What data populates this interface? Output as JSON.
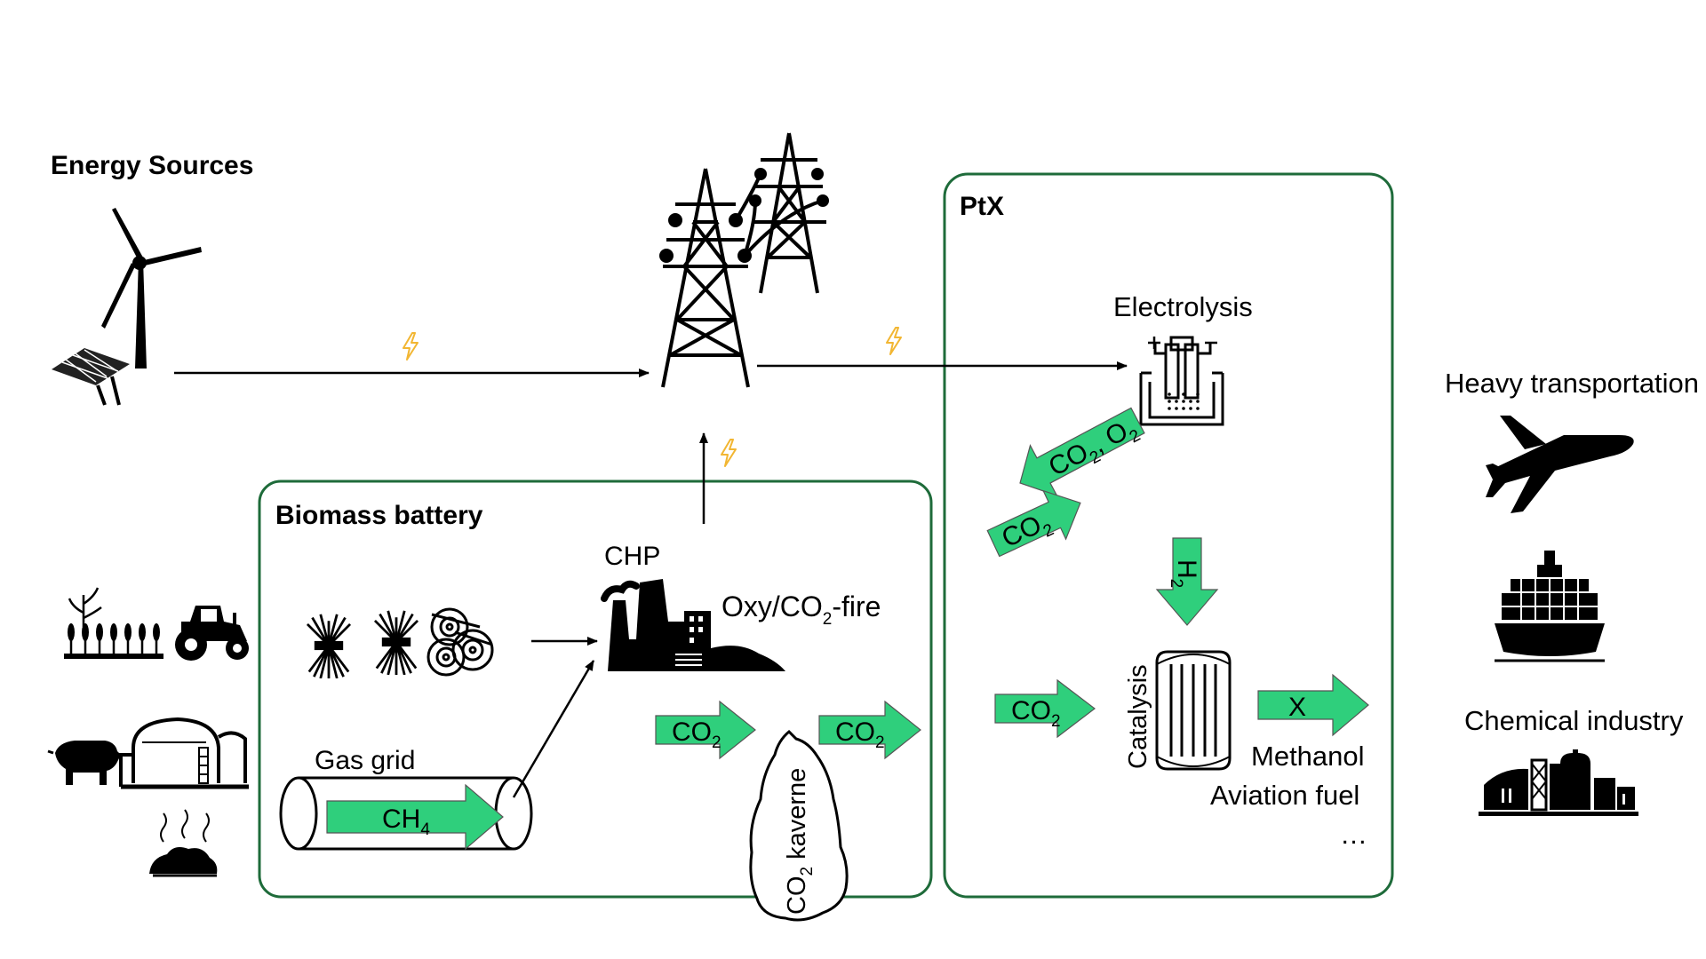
{
  "titles": {
    "energy_sources": "Energy Sources",
    "ptx": "PtX",
    "biomass_battery": "Biomass battery"
  },
  "labels": {
    "electrolysis": "Electrolysis",
    "chp": "CHP",
    "oxy_fire_prefix": "Oxy/CO",
    "oxy_fire_sub": "2",
    "oxy_fire_suffix": "-fire",
    "gas_grid": "Gas grid",
    "catalysis": "Catalysis",
    "methanol": "Methanol",
    "aviation_fuel": "Aviation fuel",
    "ellipsis": "…",
    "heavy_transportation": "Heavy transportation",
    "chemical_industry": "Chemical industry",
    "co2_kaverne_prefix": "CO",
    "co2_kaverne_sub": "2",
    "co2_kaverne_suffix": " kaverne"
  },
  "flow_arrows": {
    "co2_o2": {
      "main": "CO",
      "sub1": "2",
      "mid": ", O",
      "sub2": "2"
    },
    "co2_to_ptx": {
      "main": "CO",
      "sub": "2"
    },
    "h2": {
      "main": "H",
      "sub": "2"
    },
    "co2_catalysis": {
      "main": "CO",
      "sub": "2"
    },
    "x_product": {
      "main": "X"
    },
    "co2_from_chp": {
      "main": "CO",
      "sub": "2"
    },
    "co2_out_kaverne": {
      "main": "CO",
      "sub": "2"
    },
    "ch4": {
      "main": "CH",
      "sub": "4"
    }
  },
  "icons": [
    "wind-turbine-icon",
    "solar-panel-icon",
    "power-tower-icon",
    "lightning-icon",
    "electrolyzer-icon",
    "plane-icon",
    "cargo-ship-icon",
    "chemical-plant-icon",
    "crops-icon",
    "tractor-icon",
    "pig-icon",
    "biogas-tank-icon",
    "manure-icon",
    "straw-bundle-icon",
    "hay-bale-icon",
    "chp-factory-icon",
    "pipe-icon",
    "reactor-icon",
    "cavern-icon"
  ],
  "colors": {
    "box_border": "#1e6b3a",
    "flow_arrow": "#2fcf7c",
    "lightning": "#f2b632"
  }
}
